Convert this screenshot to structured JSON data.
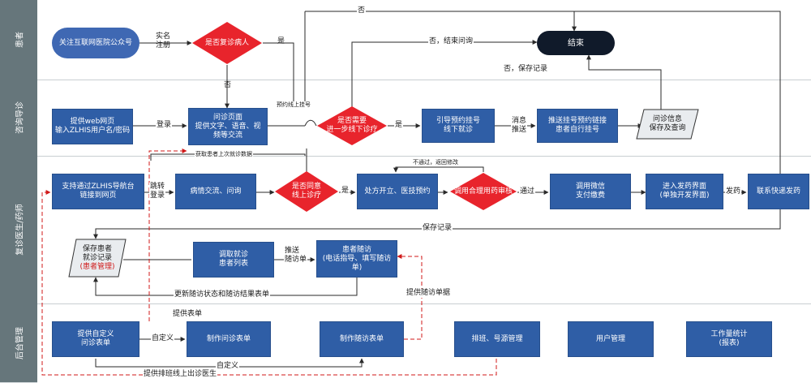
{
  "lanes": [
    {
      "id": "patient",
      "label": "患者"
    },
    {
      "id": "consult",
      "label": "咨询导诊"
    },
    {
      "id": "doctor",
      "label": "复诊医生/药师"
    },
    {
      "id": "admin",
      "label": "后台管理"
    }
  ],
  "nodes": {
    "follow": "关注互联网医院公众号",
    "is_revisit": "是否复诊病人",
    "end": "结束",
    "web_login": "提供web网页\n输入ZLHIS用户名/密码",
    "consult_page": "问诊页面\n提供文字、语音、视\n频等交流",
    "need_offline": "是否需要\n进一步线下诊疗",
    "guide_appt": "引导预约挂号\n线下就诊",
    "push_link": "推送挂号预约链接\n患者自行挂号",
    "save_info": "问诊信息\n保存及查询",
    "nav_link": "支持通过ZLHIS导航台\n链接到网页",
    "chat": "病情交流、问询",
    "agree_online": "是否同意\n线上诊疗",
    "prescribe": "处方开立、医技预约",
    "rational_drug": "调用合理用药审核",
    "wechat_pay": "调用微信\n支付缴费",
    "dispense_ui": "进入发药界面\n(单独开发界面)",
    "express": "联系快递发药",
    "save_record": "保存患者\n就诊记录",
    "save_record_red": "(患者管理)",
    "fetch_list": "调取就诊\n患者列表",
    "followup": "患者随访\n(电话指导、填写随访\n单)",
    "custom_form": "提供自定义\n问诊表单",
    "make_consult_form": "制作问诊表单",
    "make_followup_form": "制作随访表单",
    "schedule": "排班、号源管理",
    "user_mgmt": "用户管理",
    "workload": "工作量统计\n(报表)"
  },
  "edges": {
    "realname": "实名\n注册",
    "yes1": "是",
    "no1": "否",
    "no_top": "否",
    "no_end_inquiry": "否，结束问询",
    "no_save_record": "否，保存记录",
    "appt_online": "预约线上挂号",
    "login": "登录",
    "yes2": "是",
    "msg_push": "消息\n推送",
    "fetch_last": "获取患者上次就诊数据",
    "transfer_login": "跳转\n登录",
    "yes3": "是",
    "fail_return": "不通过，返回修改",
    "pass": "通过",
    "dispense": "发药",
    "save_record_edge": "保存记录",
    "push_followup": "推送\n随访单",
    "update_status": "更新随访状态和随访结果表单",
    "provide_form": "提供表单",
    "provide_followup": "提供随访单据",
    "custom_def": "自定义",
    "custom_def2": "自定义",
    "provide_schedule": "提供排班线上出诊医生"
  },
  "colors": {
    "lane": "#66767b",
    "node": "#2f5ea6",
    "diamond": "#e8242c",
    "end": "#101a2a",
    "line": "#2a2a2a",
    "dash": "#d01818"
  }
}
